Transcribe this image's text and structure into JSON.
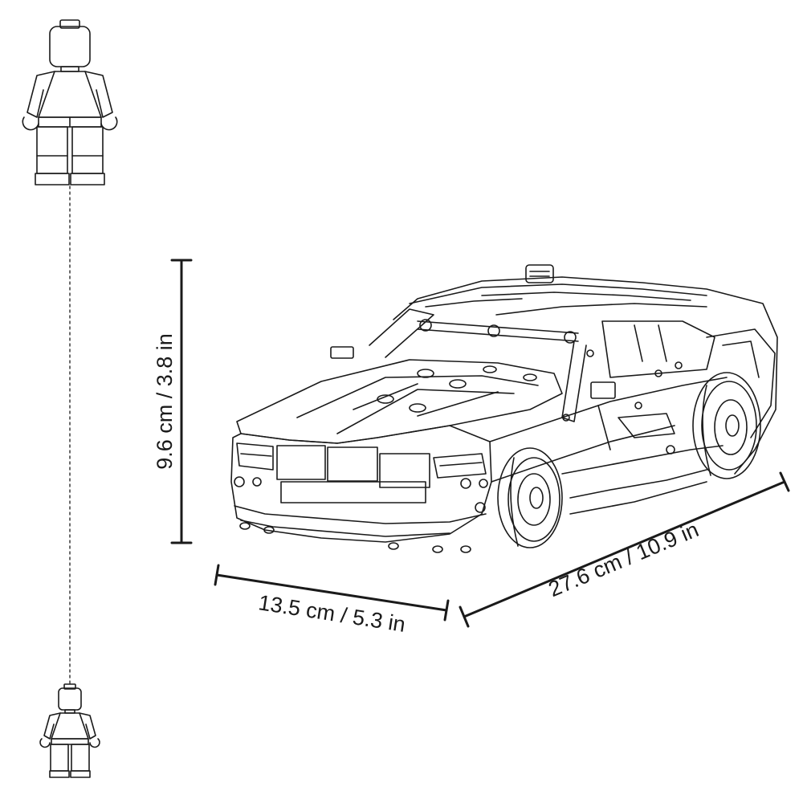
{
  "dimensions": {
    "height_label": "9.6 cm / 3.8 in",
    "width_label": "13.5 cm / 5.3 in",
    "length_label": "27.6 cm / 10.9 in"
  },
  "figures": {
    "large_minifigure": "minifigure-scale-large",
    "small_minifigure": "minifigure-scale-small",
    "model": "sports-car-model"
  },
  "colors": {
    "line": "#1a1a1a",
    "background": "#ffffff"
  }
}
